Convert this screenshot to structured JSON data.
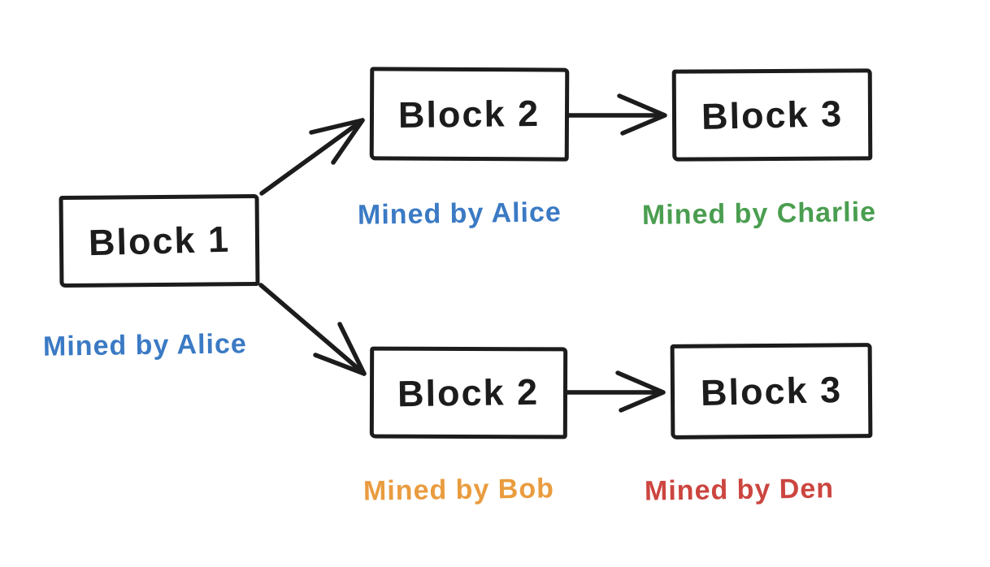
{
  "diagram": {
    "description": "Blockchain fork diagram",
    "colors": {
      "ink": "#1c1c1c",
      "background": "#ffffff",
      "blue": "#3b7ac4",
      "green": "#4a9e50",
      "orange": "#e99c3f",
      "red": "#cc453f"
    },
    "blocks": [
      {
        "label": "Block 1"
      },
      {
        "label": "Block 2"
      },
      {
        "label": "Block 3"
      },
      {
        "label": "Block 2"
      },
      {
        "label": "Block 3"
      }
    ],
    "miners": [
      {
        "text": "Mined by Alice",
        "color": "#3b7ac4"
      },
      {
        "text": "Mined by Alice",
        "color": "#3b7ac4"
      },
      {
        "text": "Mined by Charlie",
        "color": "#4a9e50"
      },
      {
        "text": "Mined by Bob",
        "color": "#e99c3f"
      },
      {
        "text": "Mined by Den",
        "color": "#cc453f"
      }
    ],
    "edges": [
      {
        "from": "Block 1",
        "to": "Block 2 (top chain)"
      },
      {
        "from": "Block 1",
        "to": "Block 2 (bottom chain)"
      },
      {
        "from": "Block 2 (top chain)",
        "to": "Block 3 (top chain)"
      },
      {
        "from": "Block 2 (bottom chain)",
        "to": "Block 3 (bottom chain)"
      }
    ]
  }
}
